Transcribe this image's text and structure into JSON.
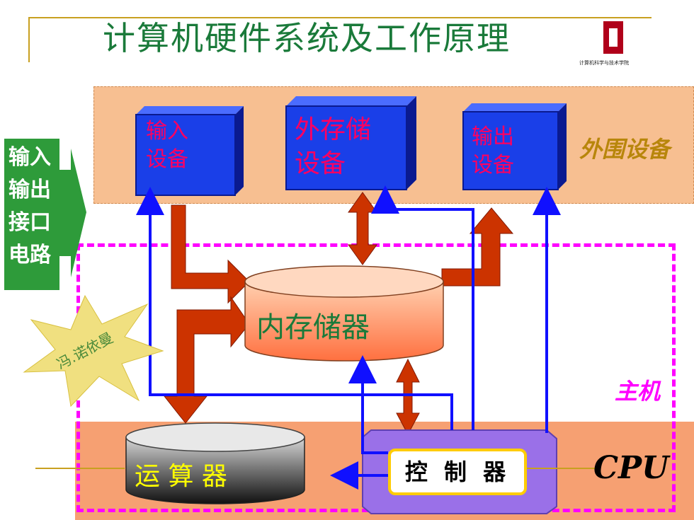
{
  "title": "计算机硬件系统及工作原理",
  "logo": {
    "caption": "计算机科学与技术学院"
  },
  "zones": {
    "peripherals": "外围设备",
    "host": "主机",
    "cpu": "CPU"
  },
  "io_circuit": {
    "lines": [
      "输入",
      "输出",
      "接口",
      "电路"
    ]
  },
  "devices": {
    "input": {
      "line1": "输入",
      "line2": "设备"
    },
    "storage": {
      "line1": "外存储",
      "line2": "设备"
    },
    "output": {
      "line1": "输出",
      "line2": "设备"
    }
  },
  "memory": "内存储器",
  "alu": "运 算 器",
  "controller": "控 制 器",
  "burst": "冯.诺依曼",
  "colors": {
    "title": "#1a7a3a",
    "peripheral_zone": "#f7bf91",
    "cpu_band": "#f6a072",
    "host_border": "#ff00ff",
    "device": "#1a3fe8",
    "device_text": "#ff0060",
    "data_arrow": "#cc3300",
    "control_line": "#1010ff",
    "io_panel": "#2e9b3a"
  }
}
